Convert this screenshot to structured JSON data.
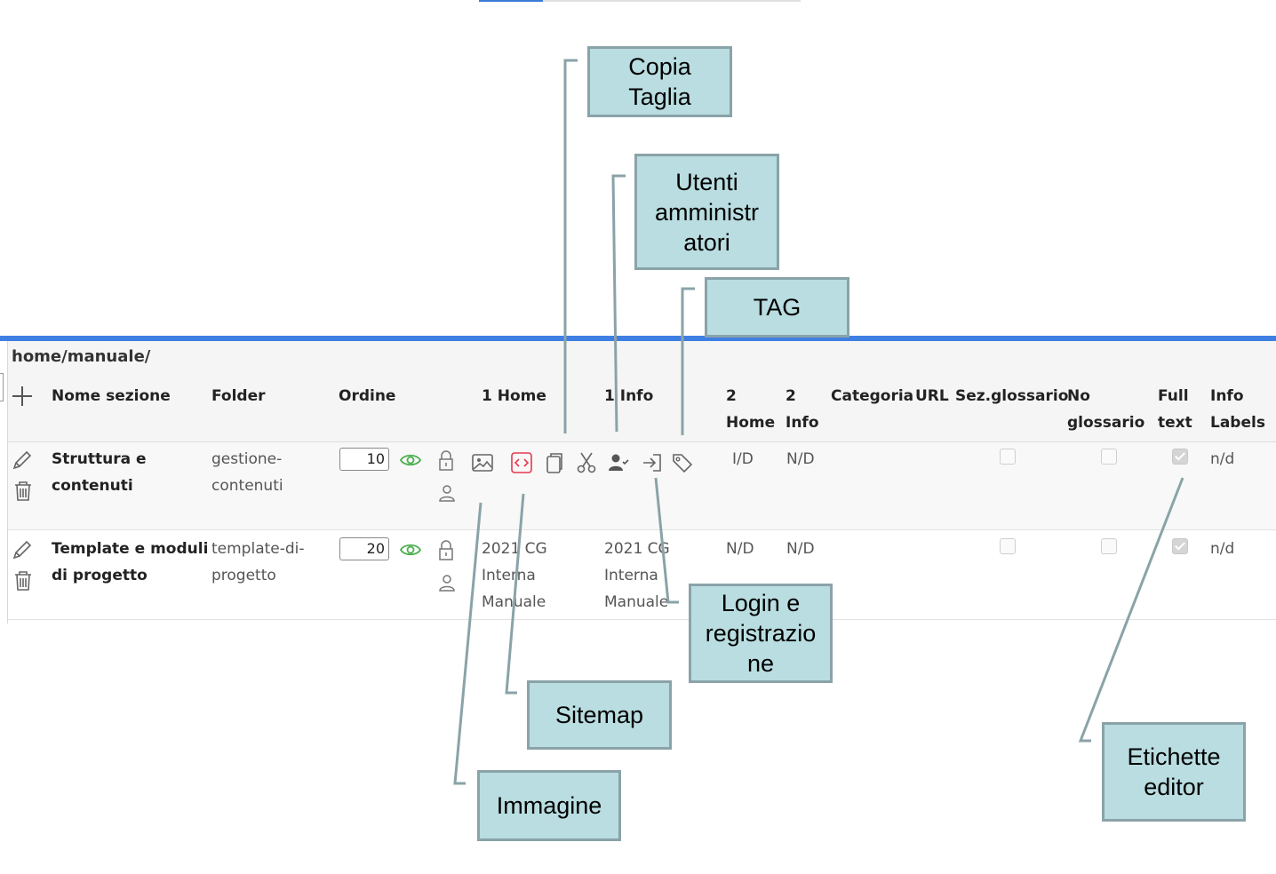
{
  "breadcrumb": "home/manuale/",
  "columns": {
    "nome_sezione": "Nome sezione",
    "folder": "Folder",
    "ordine": "Ordine",
    "home1": "1 Home",
    "info1": "1 Info",
    "home2_a": "2",
    "home2_b": "Home",
    "info2_a": "2",
    "info2_b": "Info",
    "categoria": "Categoria",
    "url": "URL",
    "sez_glossario": "Sez.glossario",
    "no_glossario_a": "No",
    "no_glossario_b": "glossario",
    "full_text_a": "Full",
    "full_text_b": "text",
    "info_labels_a": "Info",
    "info_labels_b": "Labels"
  },
  "rows": [
    {
      "name_a": "Struttura e",
      "name_b": "contenuti",
      "folder_a": "gestione-",
      "folder_b": "contenuti",
      "ordine": "10",
      "home2": "I/D",
      "info2": "N/D",
      "labels": "n/d",
      "full_text_checked": true
    },
    {
      "name_a": "Template e moduli",
      "name_b": "di progetto",
      "folder_a": "template-di-",
      "folder_b": "progetto",
      "ordine": "20",
      "home1_a": "2021 CG",
      "home1_b": "Interna",
      "home1_c": "Manuale",
      "info1_a": "2021 CG",
      "info1_b": "Interna",
      "info1_c": "Manuale",
      "home2": "N/D",
      "info2": "N/D",
      "labels": "n/d",
      "full_text_checked": true
    }
  ],
  "callouts": {
    "copia_a": "Copia",
    "copia_b": "Taglia",
    "utenti_a": "Utenti",
    "utenti_b": "amministr",
    "utenti_c": "atori",
    "tag": "TAG",
    "login_a": "Login e",
    "login_b": "registrazio",
    "login_c": "ne",
    "sitemap": "Sitemap",
    "immagine": "Immagine",
    "etichette_a": "Etichette",
    "etichette_b": "editor"
  },
  "colors": {
    "accent_bar": "#3f7fe3",
    "callout_fill": "#b9dde0",
    "callout_border": "#8aa3a8",
    "eye_green": "#4caf50",
    "sitemap_red": "#e53950"
  }
}
